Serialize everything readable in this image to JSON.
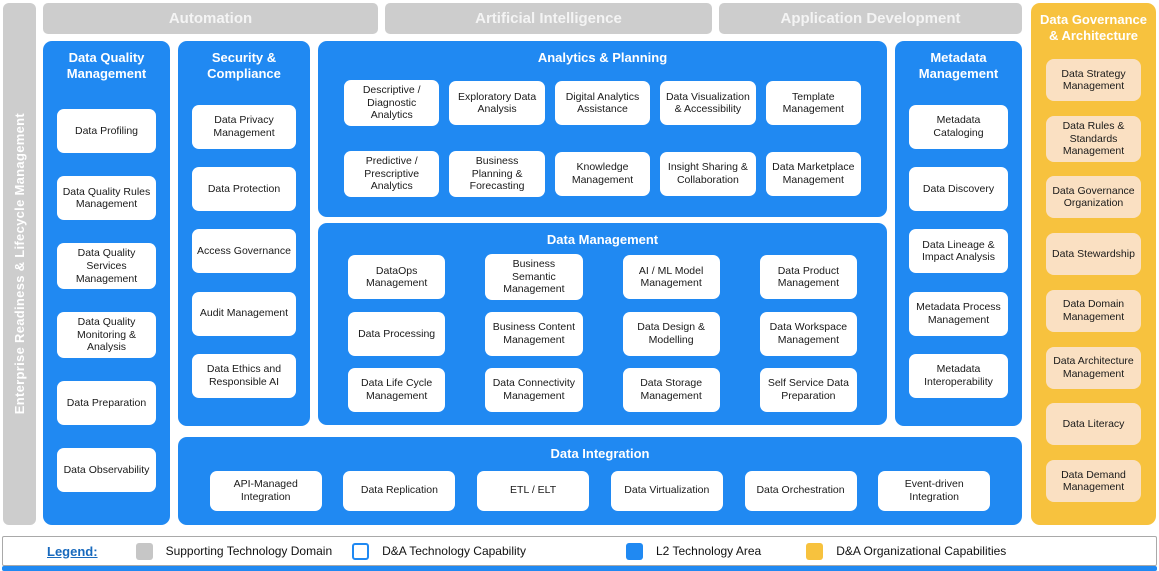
{
  "colors": {
    "l2_area_blue": "#2089f2",
    "supporting_domain_gray": "#cdcdcd",
    "organizational_yellow": "#f7c23e",
    "organizational_item_peach": "#fae0c2",
    "legend_link_blue": "#1769bd"
  },
  "left_bar": {
    "label": "Enterprise Readiness & Lifecycle Management"
  },
  "supporting_domains": [
    "Automation",
    "Artificial Intelligence",
    "Application Development"
  ],
  "sections": {
    "data_quality": {
      "title": "Data Quality Management",
      "items": [
        "Data Profiling",
        "Data Quality Rules Management",
        "Data Quality Services Management",
        "Data Quality Monitoring & Analysis",
        "Data Preparation",
        "Data Observability"
      ]
    },
    "security": {
      "title": "Security & Compliance",
      "items": [
        "Data Privacy Management",
        "Data Protection",
        "Access Governance",
        "Audit Management",
        "Data Ethics and Responsible AI"
      ]
    },
    "analytics": {
      "title": "Analytics & Planning",
      "items": [
        "Descriptive / Diagnostic Analytics",
        "Exploratory Data Analysis",
        "Digital Analytics Assistance",
        "Data Visualization & Accessibility",
        "Template Management",
        "Predictive / Prescriptive Analytics",
        "Business Planning & Forecasting",
        "Knowledge Management",
        "Insight Sharing & Collaboration",
        "Data Marketplace Management"
      ]
    },
    "data_management": {
      "title": "Data Management",
      "items": [
        "DataOps Management",
        "Business Semantic Management",
        "AI / ML Model Management",
        "Data Product Management",
        "Data Processing",
        "Business Content Management",
        "Data Design & Modelling",
        "Data Workspace Management",
        "Data Life Cycle Management",
        "Data Connectivity Management",
        "Data Storage Management",
        "Self Service Data Preparation"
      ]
    },
    "metadata": {
      "title": "Metadata Management",
      "items": [
        "Metadata Cataloging",
        "Data Discovery",
        "Data Lineage & Impact Analysis",
        "Metadata Process Management",
        "Metadata Interoperability"
      ]
    },
    "data_integration": {
      "title": "Data Integration",
      "items": [
        "API-Managed Integration",
        "Data Replication",
        "ETL / ELT",
        "Data Virtualization",
        "Data Orchestration",
        "Event-driven Integration"
      ]
    },
    "governance": {
      "title": "Data Governance & Architecture",
      "items": [
        "Data Strategy Management",
        "Data Rules & Standards Management",
        "Data Governance Organization",
        "Data Stewardship",
        "Data Domain Management",
        "Data Architecture Management",
        "Data Literacy",
        "Data Demand Management"
      ]
    }
  },
  "legend": {
    "title": "Legend:",
    "entries": [
      {
        "label": "Supporting Technology Domain",
        "swatch": "gray"
      },
      {
        "label": "D&A Technology Capability",
        "swatch": "white"
      },
      {
        "label": "L2 Technology Area",
        "swatch": "blue"
      },
      {
        "label": "D&A Organizational Capabilities",
        "swatch": "yellow"
      }
    ]
  }
}
